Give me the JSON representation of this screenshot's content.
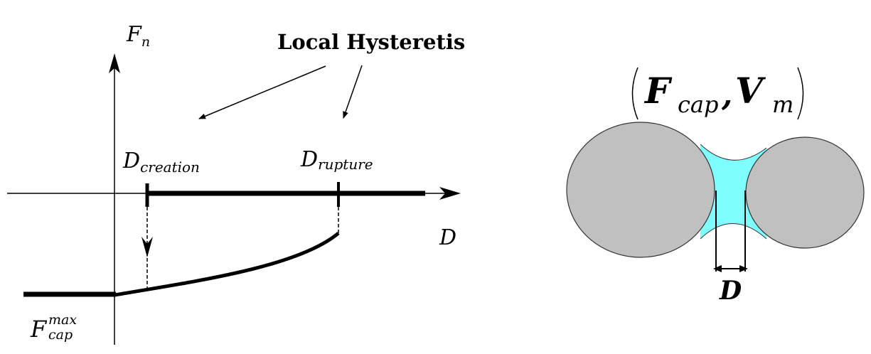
{
  "left_plot": {
    "title": "Local Hysteretis",
    "y_axis_label": {
      "main": "F",
      "sub": "n"
    },
    "x_axis_label": "D",
    "creation_label": {
      "main": "D",
      "sub": "creation"
    },
    "rupture_label": {
      "main": "D",
      "sub": "rupture"
    },
    "fmax_label": {
      "main": "F",
      "sup": "max",
      "sub": "cap"
    }
  },
  "right_diagram": {
    "formula": {
      "f": "F",
      "f_sub": "cap",
      "sep": ",",
      "v": "V",
      "v_sub": "m"
    },
    "gap_label": "D",
    "particle_color": "#c0c0c0",
    "bridge_color": "#80ffff"
  }
}
